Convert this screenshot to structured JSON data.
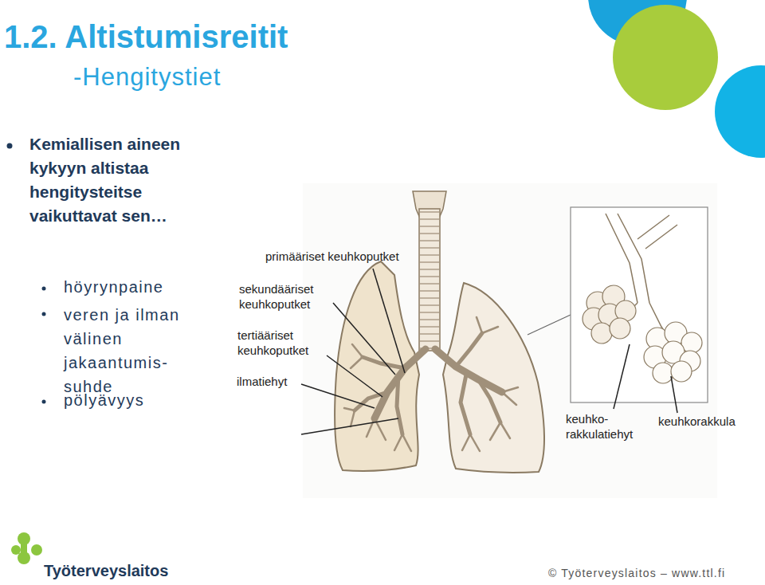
{
  "diagram": {
    "title": "1.2. Altistumisreitit",
    "labels": [
      "-Hengitystiet",
      "Kemiallisen aineen kykyyn altistaa hengitysteitse vaikuttavat sen…",
      "höyrynpaine",
      "veren ja ilman välinen jakaantumis- suhde",
      "pölyävyys",
      "primääriset keuhkoputket",
      "sekundääriset keuhkoputket",
      "tertiääriset keuhkoputket",
      "ilmatiehyt",
      "keuhko- rakkulatiehyt",
      "keuhkorakkula",
      "Työterveyslaitos",
      "© Työterveyslaitos – www.ttl.fi"
    ]
  }
}
